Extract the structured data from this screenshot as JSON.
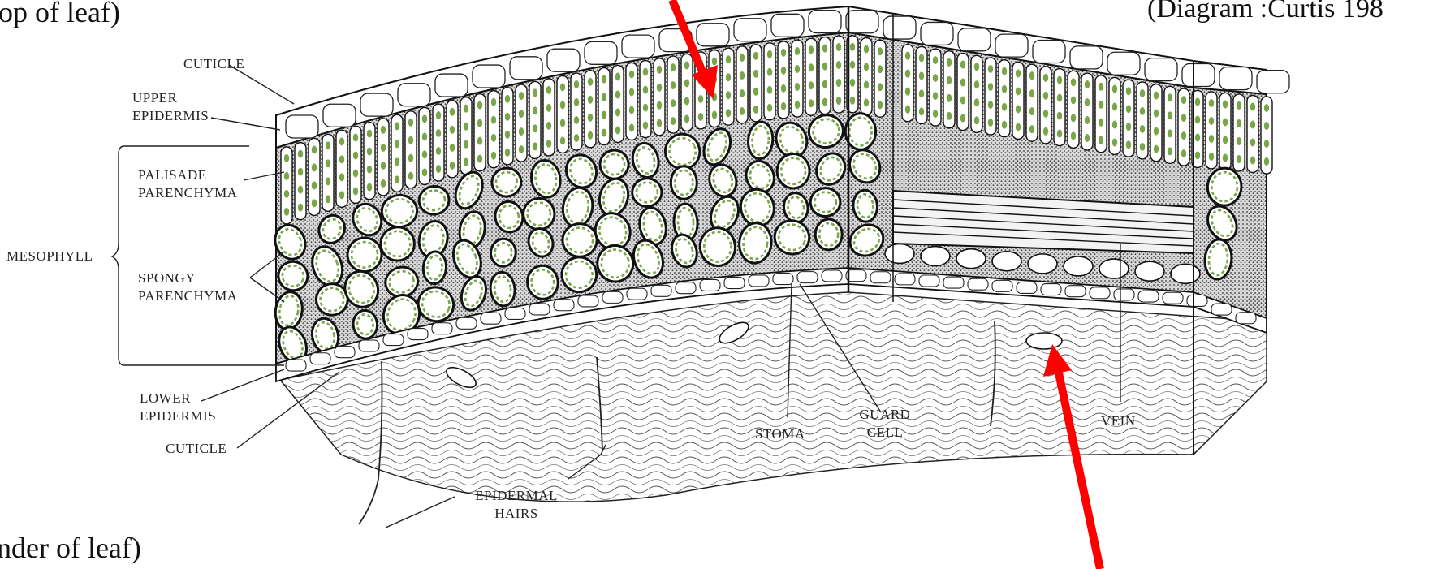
{
  "corner_texts": {
    "top_left": "op of leaf)",
    "bottom_left": "nder of leaf)",
    "top_right": "(Diagram :Curtis 198"
  },
  "labels": {
    "cuticle_top": "CUTICLE",
    "upper_epidermis_1": "UPPER",
    "upper_epidermis_2": "EPIDERMIS",
    "palisade_1": "PALISADE",
    "palisade_2": "PARENCHYMA",
    "mesophyll": "MESOPHYLL",
    "spongy_1": "SPONGY",
    "spongy_2": "PARENCHYMA",
    "lower_epidermis_1": "LOWER",
    "lower_epidermis_2": "EPIDERMIS",
    "cuticle_bottom": "CUTICLE",
    "epidermal_hairs_1": "EPIDERMAL",
    "epidermal_hairs_2": "HAIRS",
    "stoma": "STOMA",
    "guard_cell_1": "GUARD",
    "guard_cell_2": "CELL",
    "vein": "VEIN"
  },
  "colors": {
    "arrow": "#ff0000",
    "chloroplast": "#7aa64a",
    "ink": "#111111",
    "stipple": "#4a4a4a"
  }
}
